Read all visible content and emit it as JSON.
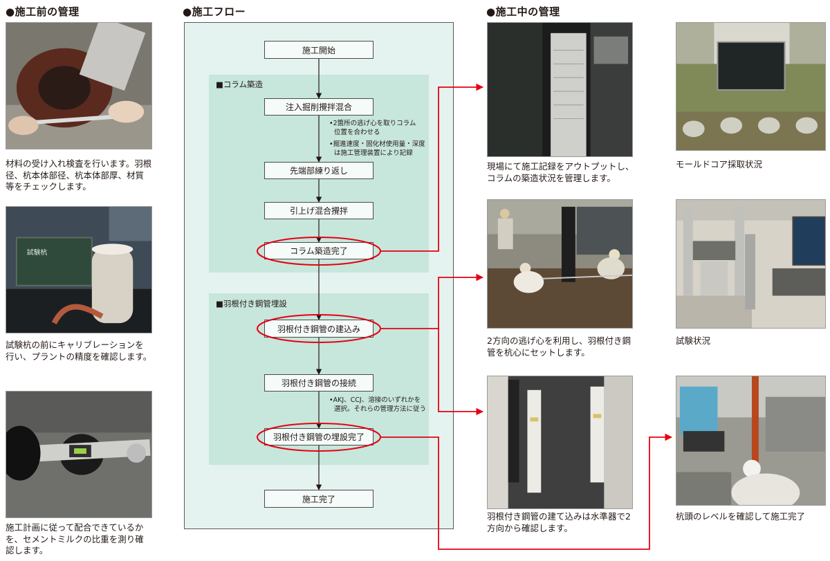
{
  "headings": {
    "before": "●施工前の管理",
    "flow": "●施工フロー",
    "during": "●施工中の管理"
  },
  "before": {
    "captions": [
      "材料の受け入れ検査を行います。羽根径、杭本体部径、杭本体部厚、材質等をチェックします。",
      "試験杭の前にキャリブレーションを行い、プラントの精度を確認します。",
      "施工計画に従って配合できているかを、セメントミルクの比重を測り確認します。"
    ]
  },
  "flow": {
    "start": "施工開始",
    "section1": {
      "label": "■コラム築造",
      "steps": [
        "注入掘削攪拌混合",
        "先端部練り返し",
        "引上げ混合攪拌",
        "コラム築造完了"
      ],
      "notes": [
        "•2箇所の逃げ心を取りコラム",
        "位置を合わせる",
        "•掘進速度・固化材使用量・深度",
        "は施工管理装置により記録"
      ]
    },
    "section2": {
      "label": "■羽根付き鋼管埋設",
      "steps": [
        "羽根付き鋼管の建込み",
        "羽根付き鋼管の接続",
        "羽根付き鋼管の埋設完了"
      ],
      "notes": [
        "•AKJ、CCJ、溶接のいずれかを",
        "選択。それらの管理方法に従う"
      ]
    },
    "end": "施工完了"
  },
  "during": {
    "captions": [
      "現場にて施工記録をアウトプットし、コラムの築造状況を管理します。",
      "モールドコア採取状況",
      "2方向の逃げ心を利用し、羽根付き鋼管を杭心にセットします。",
      "試験状況",
      "羽根付き鋼管の建て込みは水準器で2方向から確認します。",
      "杭頭のレベルを確認して施工完了"
    ]
  },
  "colors": {
    "arrow": "#e60012",
    "panel": "#e4f3ef",
    "section": "#c7e6dc"
  }
}
